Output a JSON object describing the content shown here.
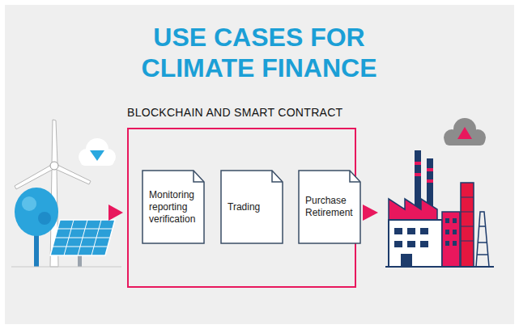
{
  "diagram": {
    "title": "USE CASES FOR CLIMATE FINANCE",
    "nodes": [
      {
        "text": [
          "BLOCKCHAIN AND SMART CONTRACT"
        ]
      },
      {
        "text": [
          "Monitoring reporting verification"
        ],
        "in": 0
      },
      {
        "text": [
          "Trading"
        ],
        "in": 0
      },
      {
        "text": [
          "Purchase Retirement"
        ],
        "in": 0
      }
    ]
  }
}
